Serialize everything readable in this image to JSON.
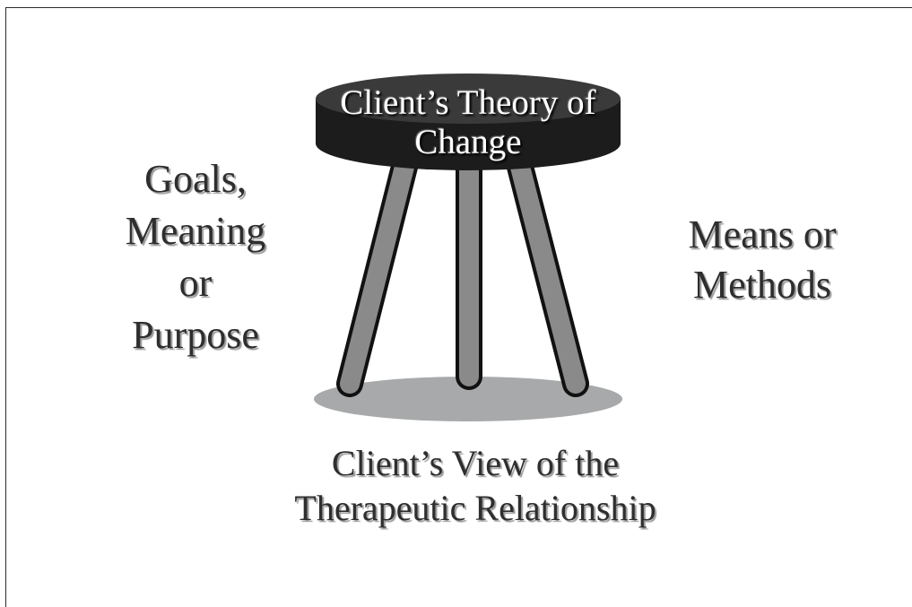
{
  "diagram": {
    "seat_label": [
      "Client’s Theory of",
      "Change"
    ],
    "left_label": [
      "Goals,",
      "Meaning",
      "or",
      "Purpose"
    ],
    "right_label": [
      "Means or",
      "Methods"
    ],
    "bottom_label": [
      "Client’s View of the",
      "Therapeutic Relationship"
    ]
  },
  "colors": {
    "seat": "#252525",
    "legs": "#8a8a8b",
    "shadow": "#a8a9aa",
    "text": "#2e2e2e"
  }
}
